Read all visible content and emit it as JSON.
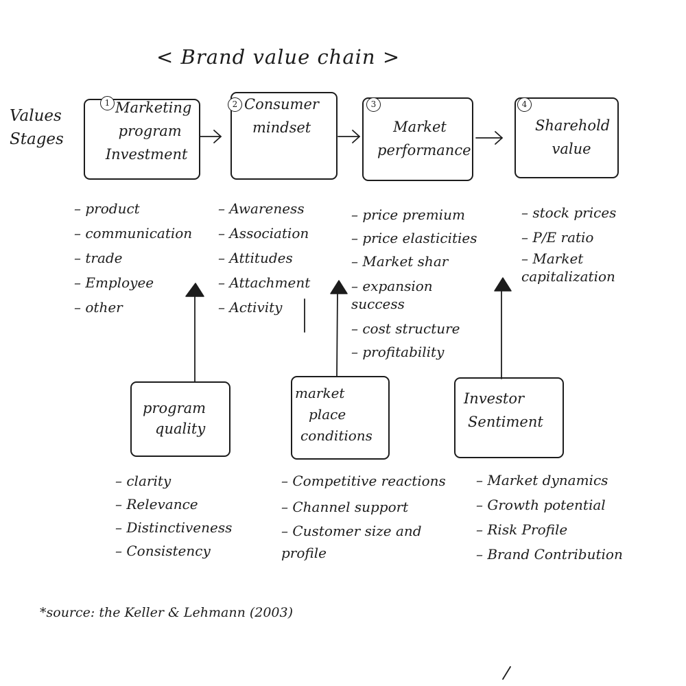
{
  "title": "< Brand value chain >",
  "row_label": {
    "line1": "Values",
    "line2": "Stages"
  },
  "stages": [
    {
      "num": "1",
      "lines": [
        "Marketing",
        "program",
        "Investment"
      ],
      "items": [
        "product",
        "communication",
        "trade",
        "Employee",
        "other"
      ]
    },
    {
      "num": "2",
      "lines": [
        "Consumer",
        "mindset"
      ],
      "items": [
        "Awareness",
        "Association",
        "Attitudes",
        "Attachment",
        "Activity"
      ]
    },
    {
      "num": "3",
      "lines": [
        "Market",
        "performance"
      ],
      "items": [
        "price premium",
        "price elasticities",
        "Market shar",
        "expansion success",
        "cost structure",
        "profitability"
      ]
    },
    {
      "num": "4",
      "lines": [
        "Sharehold",
        "value"
      ],
      "items": [
        "stock prices",
        "P/E ratio",
        "Market capitalization"
      ]
    }
  ],
  "multipliers": [
    {
      "lines": [
        "program",
        "quality"
      ],
      "items": [
        "clarity",
        "Relevance",
        "Distinctiveness",
        "Consistency"
      ]
    },
    {
      "lines": [
        "market",
        "place",
        "conditions"
      ],
      "items": [
        "Competitive reactions",
        "Channel support",
        "Customer size and profile"
      ]
    },
    {
      "lines": [
        "Investor",
        "Sentiment"
      ],
      "items": [
        "Market dynamics",
        "Growth potential",
        "Risk Profile",
        "Brand Contribution"
      ]
    }
  ],
  "source": "*source: the Keller & Lehmann (2003)"
}
